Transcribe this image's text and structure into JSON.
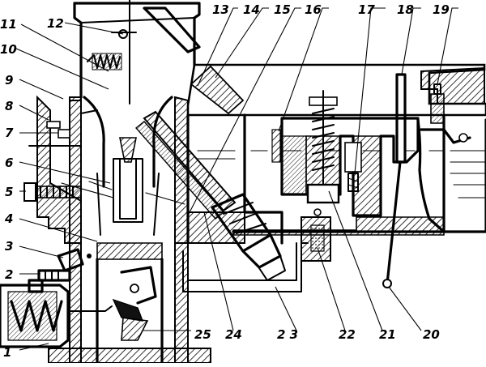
{
  "figure": {
    "labels": [
      {
        "id": "1",
        "text": "1"
      },
      {
        "id": "2",
        "text": "2"
      },
      {
        "id": "3",
        "text": "3"
      },
      {
        "id": "4",
        "text": "4"
      },
      {
        "id": "5",
        "text": "5"
      },
      {
        "id": "6",
        "text": "6"
      },
      {
        "id": "7",
        "text": "7"
      },
      {
        "id": "8",
        "text": "8"
      },
      {
        "id": "9",
        "text": "9"
      },
      {
        "id": "10",
        "text": "10"
      },
      {
        "id": "11",
        "text": "11"
      },
      {
        "id": "12",
        "text": "12"
      },
      {
        "id": "13",
        "text": "13"
      },
      {
        "id": "14",
        "text": "14"
      },
      {
        "id": "15",
        "text": "15"
      },
      {
        "id": "16",
        "text": "16"
      },
      {
        "id": "17",
        "text": "17"
      },
      {
        "id": "18",
        "text": "18"
      },
      {
        "id": "19",
        "text": "19"
      },
      {
        "id": "20",
        "text": "20"
      },
      {
        "id": "21",
        "text": "21"
      },
      {
        "id": "22",
        "text": "22"
      },
      {
        "id": "23",
        "text": "2 3"
      },
      {
        "id": "24",
        "text": "24"
      },
      {
        "id": "25",
        "text": "25"
      }
    ]
  }
}
